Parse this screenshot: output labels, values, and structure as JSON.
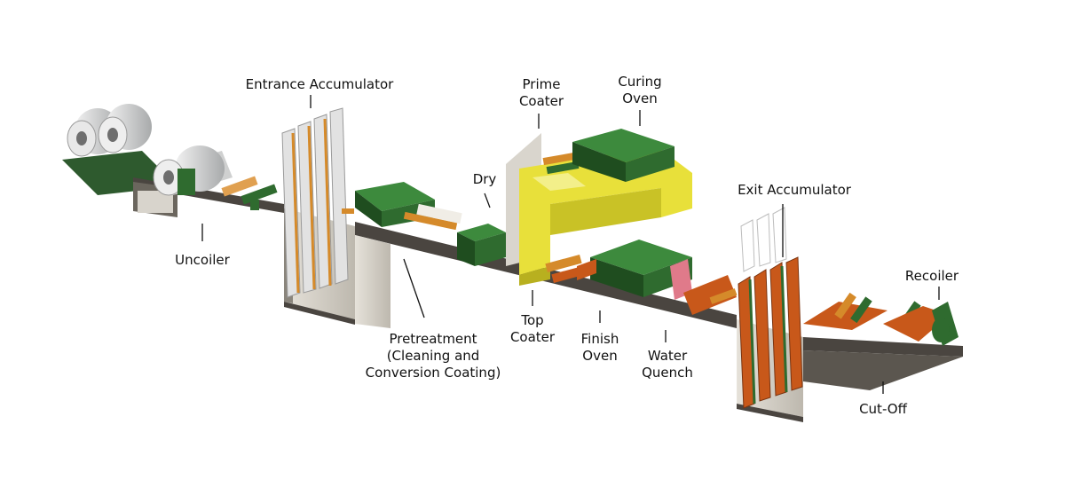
{
  "labels": {
    "entrance_accumulator": "Entrance Accumulator",
    "uncoiler": "Uncoiler",
    "pretreatment": [
      "Pretreatment",
      "(Cleaning and",
      "Conversion Coating)"
    ],
    "dry": "Dry",
    "prime_coater": [
      "Prime",
      "Coater"
    ],
    "curing_oven": [
      "Curing",
      "Oven"
    ],
    "top_coater": [
      "Top",
      "Coater"
    ],
    "finish_oven": [
      "Finish",
      "Oven"
    ],
    "water_quench": [
      "Water",
      "Quench"
    ],
    "exit_accumulator": "Exit Accumulator",
    "recoiler": "Recoiler",
    "cut_off": "Cut-Off"
  },
  "colors": {
    "belt": "#4a4540",
    "belt_top": "#5b564f",
    "pit": "#d8d4cc",
    "green": "#2f6b2f",
    "green_dark": "#1f4d1f",
    "yellow": "#e8e03a",
    "orange": "#c8581a",
    "coil": "#d9dadb"
  }
}
